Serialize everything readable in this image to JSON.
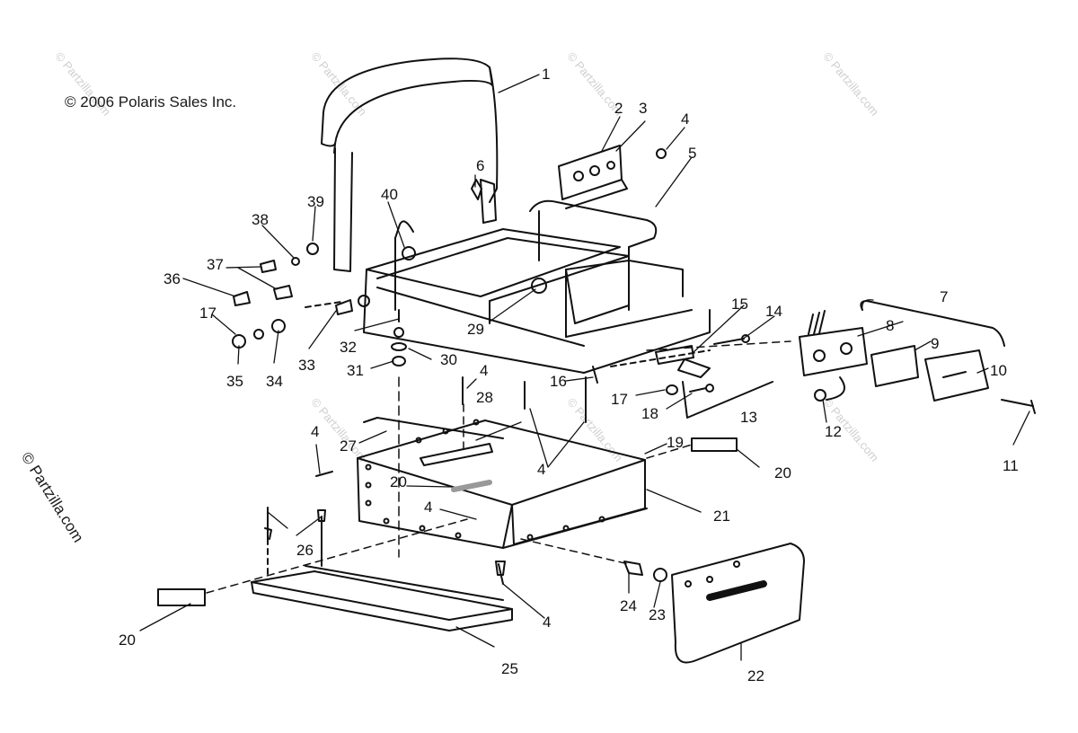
{
  "copyright": "© 2006 Polaris Sales Inc.",
  "brand_side": "© Partzilla.com",
  "watermark": "© Partzilla.com",
  "colors": {
    "line": "#111111",
    "watermark": "#cfcfcf",
    "background": "#ffffff"
  },
  "callouts": [
    {
      "id": "c1",
      "text": "1"
    },
    {
      "id": "c2",
      "text": "2"
    },
    {
      "id": "c3",
      "text": "3"
    },
    {
      "id": "c4a",
      "text": "4"
    },
    {
      "id": "c5",
      "text": "5"
    },
    {
      "id": "c6",
      "text": "6"
    },
    {
      "id": "c7",
      "text": "7"
    },
    {
      "id": "c8",
      "text": "8"
    },
    {
      "id": "c9",
      "text": "9"
    },
    {
      "id": "c10",
      "text": "10"
    },
    {
      "id": "c11",
      "text": "11"
    },
    {
      "id": "c12",
      "text": "12"
    },
    {
      "id": "c13",
      "text": "13"
    },
    {
      "id": "c14",
      "text": "14"
    },
    {
      "id": "c15",
      "text": "15"
    },
    {
      "id": "c16",
      "text": "16"
    },
    {
      "id": "c17a",
      "text": "17"
    },
    {
      "id": "c17b",
      "text": "17"
    },
    {
      "id": "c18",
      "text": "18"
    },
    {
      "id": "c19",
      "text": "19"
    },
    {
      "id": "c20a",
      "text": "20"
    },
    {
      "id": "c20b",
      "text": "20"
    },
    {
      "id": "c20c",
      "text": "20"
    },
    {
      "id": "c21",
      "text": "21"
    },
    {
      "id": "c22",
      "text": "22"
    },
    {
      "id": "c23",
      "text": "23"
    },
    {
      "id": "c24",
      "text": "24"
    },
    {
      "id": "c25",
      "text": "25"
    },
    {
      "id": "c26",
      "text": "26"
    },
    {
      "id": "c27",
      "text": "27"
    },
    {
      "id": "c28",
      "text": "28"
    },
    {
      "id": "c29",
      "text": "29"
    },
    {
      "id": "c30",
      "text": "30"
    },
    {
      "id": "c31",
      "text": "31"
    },
    {
      "id": "c32",
      "text": "32"
    },
    {
      "id": "c33",
      "text": "33"
    },
    {
      "id": "c34",
      "text": "34"
    },
    {
      "id": "c35",
      "text": "35"
    },
    {
      "id": "c36",
      "text": "36"
    },
    {
      "id": "c37",
      "text": "37"
    },
    {
      "id": "c38",
      "text": "38"
    },
    {
      "id": "c39",
      "text": "39"
    },
    {
      "id": "c40",
      "text": "40"
    },
    {
      "id": "c4b",
      "text": "4"
    },
    {
      "id": "c4c",
      "text": "4"
    },
    {
      "id": "c4d",
      "text": "4"
    },
    {
      "id": "c4e",
      "text": "4"
    },
    {
      "id": "c4f",
      "text": "4"
    }
  ]
}
